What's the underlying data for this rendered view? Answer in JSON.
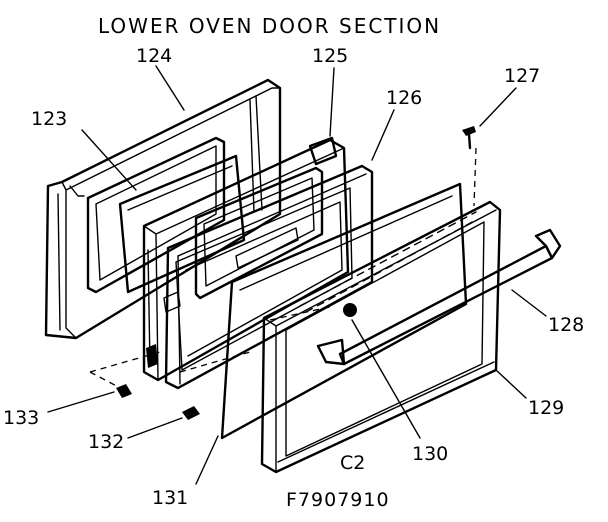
{
  "title": "LOWER OVEN DOOR SECTION",
  "figure_code": "F7907910",
  "section_code": "C2",
  "callouts": [
    "123",
    "124",
    "125",
    "126",
    "127",
    "128",
    "129",
    "130",
    "131",
    "132",
    "133"
  ]
}
